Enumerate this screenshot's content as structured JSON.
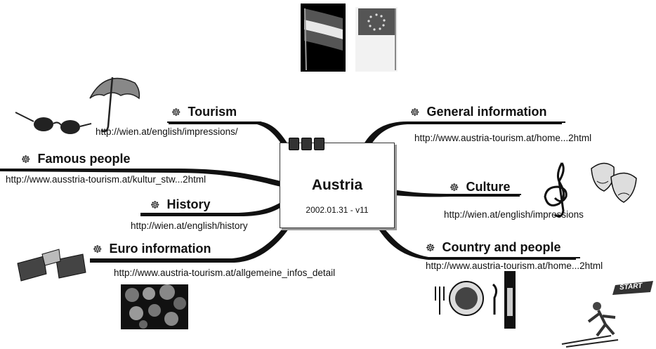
{
  "central": {
    "title": "Austria",
    "subtitle": "2002.01.31 - v11"
  },
  "branches": [
    {
      "id": "tourism",
      "label": "Tourism",
      "url": "http://wien.at/english/impressions/"
    },
    {
      "id": "famous",
      "label": "Famous people",
      "url": "http://www.ausstria-tourism.at/kultur_stw...2html"
    },
    {
      "id": "history",
      "label": "History",
      "url": "http://wien.at/english/history"
    },
    {
      "id": "euro",
      "label": "Euro information",
      "url": "http://www.austria-tourism.at/allgemeine_infos_detail"
    },
    {
      "id": "general",
      "label": "General information",
      "url": "http://www.austria-tourism.at/home...2html"
    },
    {
      "id": "culture",
      "label": "Culture",
      "url": "http://wien.at/english/impressions"
    },
    {
      "id": "country",
      "label": "Country and people",
      "url": "http://www.austria-tourism.at/home...2html"
    }
  ],
  "decorations": {
    "start_label": "START",
    "bullet_icon": "gear-bullet-icon"
  }
}
